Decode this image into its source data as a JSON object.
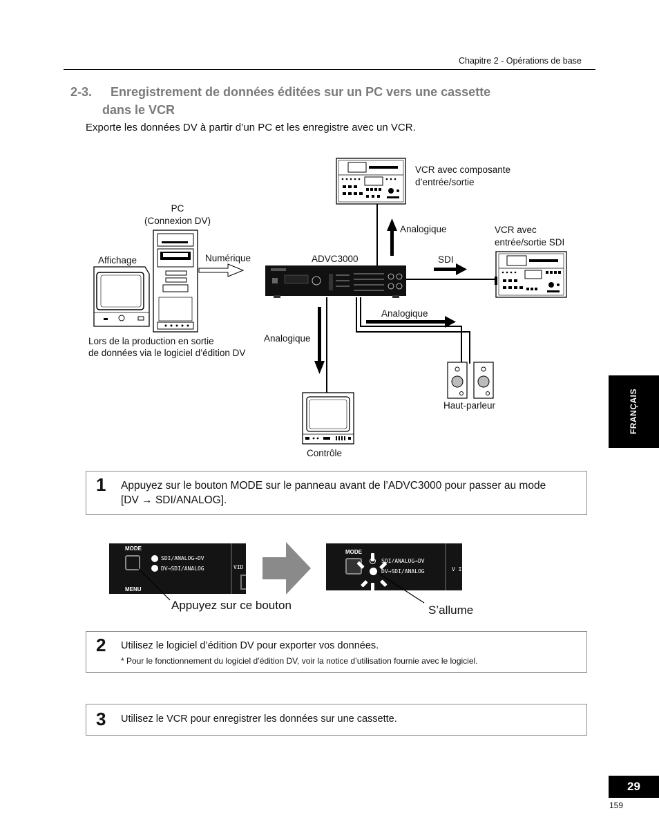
{
  "header": {
    "chapter": "Chapitre 2 - Opérations de base"
  },
  "section": {
    "number": "2-3.",
    "title_line1": "Enregistrement de données éditées sur un PC vers une cassette",
    "title_line2": "dans le VCR",
    "intro": "Exporte les données DV à partir d’un PC et les enregistre avec un VCR."
  },
  "diagram": {
    "vcr_component_l1": "VCR avec composante",
    "vcr_component_l2": "d’entrée/sortie",
    "analog_up": "Analogique",
    "vcr_sdi_l1": "VCR avec",
    "vcr_sdi_l2": "entrée/sortie SDI",
    "pc_l1": "PC",
    "pc_l2": "(Connexion DV)",
    "display": "Affichage",
    "digital": "Numérique",
    "advc": "ADVC3000",
    "sdi": "SDI",
    "analog_right": "Analogique",
    "analog_down": "Analogique",
    "note_l1": "Lors de la production en sortie",
    "note_l2": "de données via le logiciel d’édition DV",
    "speaker": "Haut-parleur",
    "monitor": "Contrôle"
  },
  "steps": [
    {
      "num": "1",
      "text_l1": "Appuyez sur le bouton MODE sur le panneau avant de l’ADVC3000 pour passer au mode",
      "text_l2": "[DV → SDI/ANALOG]."
    },
    {
      "num": "2",
      "text": "Utilisez le logiciel d’édition DV pour exporter vos données.",
      "note": "* Pour le fonctionnement du logiciel d’édition DV, voir la notice d’utilisation fournie avec le logiciel."
    },
    {
      "num": "3",
      "text": "Utilisez le VCR pour enregistrer les données sur une cassette."
    }
  ],
  "panel": {
    "mode": "MODE",
    "menu": "MENU",
    "opt1": "SDI/ANALOG→DV",
    "opt2": "DV→SDI/ANALOG",
    "vid": "VID",
    "vi": "V I",
    "caption_left": "Appuyez sur ce bouton",
    "caption_right": "S’allume"
  },
  "sidebar": {
    "language": "FRANÇAIS"
  },
  "page": {
    "badge": "29",
    "number": "159"
  }
}
